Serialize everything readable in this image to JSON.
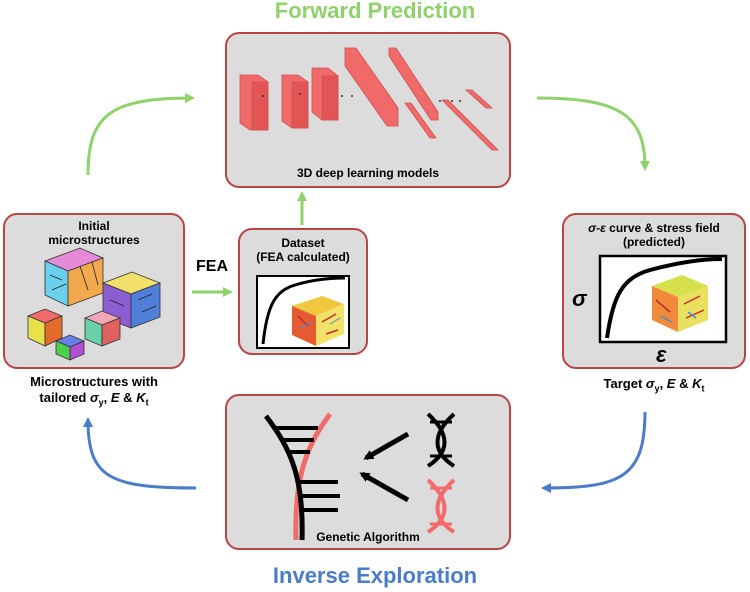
{
  "titles": {
    "forward": "Forward Prediction",
    "inverse": "Inverse Exploration"
  },
  "boxes": {
    "deep_learning": {
      "label": "3D deep learning models"
    },
    "initial": {
      "label_line1": "Initial",
      "label_line2": "microstructures"
    },
    "dataset": {
      "label_line1": "Dataset",
      "label_line2": "(FEA calculated)"
    },
    "curve": {
      "label_line1_sym": "σ-ε",
      "label_line1_rest": " curve & stress field",
      "label_line2": "(predicted)",
      "y_axis_symbol": "σ",
      "x_axis_symbol": "ε"
    },
    "genetic": {
      "label": "Genetic Algorithm"
    }
  },
  "arrows": {
    "fea_label": "FEA"
  },
  "outcomes": {
    "left_line1": "Microstructures with",
    "left_line2_prefix": "tailored ",
    "left_sigma": "σ",
    "left_sub": "y",
    "left_mid": ", ",
    "left_E": "E",
    "left_amp": " & ",
    "left_K": "K",
    "left_Ksub": "t",
    "right_prefix": "Target ",
    "right_sigma": "σ",
    "right_sub": "y",
    "right_mid": ", ",
    "right_E": "E",
    "right_amp": " & ",
    "right_K": "K",
    "right_Ksub": "t"
  },
  "colors": {
    "forward_green": "#8fd16a",
    "inverse_blue": "#4a7cc9",
    "box_border": "#b84545",
    "box_fill": "#dcdcdc",
    "layer_red": "#f06a6a"
  }
}
